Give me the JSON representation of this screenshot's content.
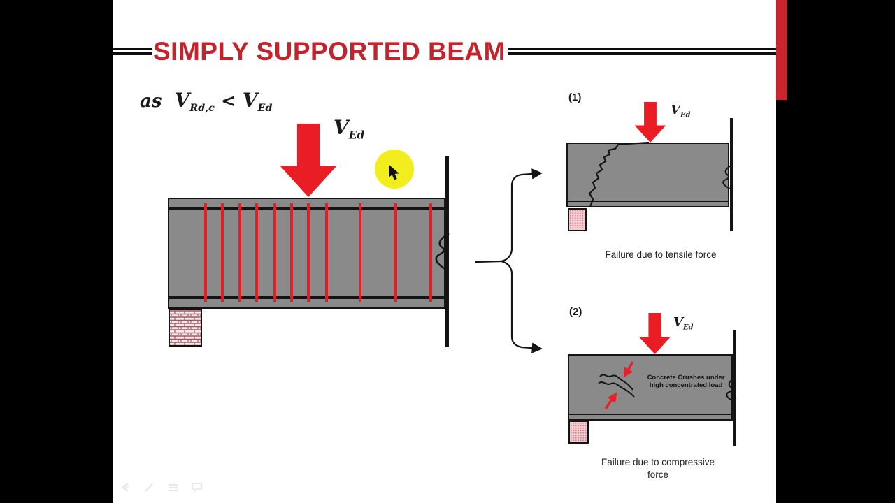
{
  "slide": {
    "title": "SIMPLY SUPPORTED BEAM",
    "formula": {
      "prefix": "as",
      "v_rd": "V",
      "v_rd_sub": "Rd,c",
      "operator": "<",
      "v_ed": "V",
      "v_ed_sub": "Ed"
    },
    "main_diagram": {
      "load": {
        "symbol": "V",
        "subscript": "Ed"
      }
    },
    "cases": [
      {
        "index": "(1)",
        "load": {
          "symbol": "V",
          "subscript": "Ed"
        },
        "caption": "Failure due to tensile force"
      },
      {
        "index": "(2)",
        "load": {
          "symbol": "V",
          "subscript": "Ed"
        },
        "annotation": "Concrete Crushes under high concentrated load",
        "caption": "Failure due to compressive force"
      }
    ],
    "colors": {
      "title_red": "#c4232b",
      "arrow_red": "#ea1c24",
      "beam_gray": "#8a8a8a",
      "highlight_yellow": "#f2ee1d",
      "support_pink": "#f5ccd1",
      "accent_bar_red": "#c8252c"
    }
  },
  "presenter_toolbar": {
    "icons": [
      "previous-slide-icon",
      "pen-icon",
      "menu-icon",
      "comment-icon"
    ]
  }
}
